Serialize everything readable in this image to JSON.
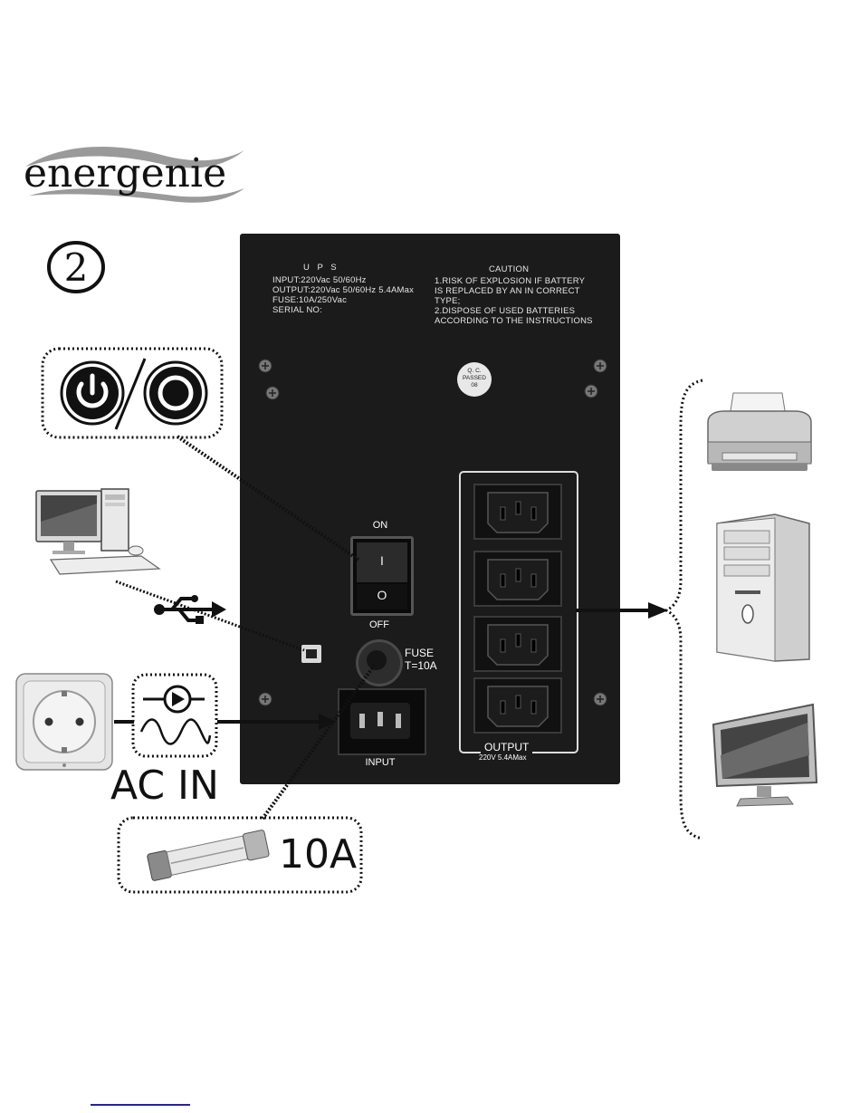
{
  "brand": "energenie",
  "step_number": "2",
  "panel": {
    "label_left": {
      "title": "U P S",
      "input": "INPUT:220Vac 50/60Hz",
      "output": "OUTPUT:220Vac 50/60Hz 5.4AMax",
      "fuse": "FUSE:10A/250Vac",
      "serial": "SERIAL NO:"
    },
    "caution": {
      "title": "CAUTION",
      "line1": "1.RISK OF EXPLOSION IF BATTERY",
      "line2": "IS REPLACED BY AN IN CORRECT",
      "line3": "TYPE;",
      "line4": "2.DISPOSE  OF  USED BATTERIES",
      "line5": "ACCORDING TO THE INSTRUCTIONS"
    },
    "qc": {
      "line1": "Q. C.",
      "line2": "PASSED",
      "line3": "08"
    },
    "switch": {
      "on": "ON",
      "off": "OFF",
      "on_symbol": "I",
      "off_symbol": "O"
    },
    "fuse_label": {
      "line1": "FUSE",
      "line2": "T=10A"
    },
    "input_label": "INPUT",
    "output_label": "OUTPUT",
    "output_rating": "220V 5.4AMax"
  },
  "ac_in_label": "AC IN",
  "fuse_rating": "10A",
  "icons": [
    "power-on-icon",
    "power-off-icon",
    "usb-icon",
    "wall-socket-icon",
    "sine-wave-icon",
    "printer-icon",
    "tower-pc-icon",
    "monitor-icon",
    "desktop-computer-icon",
    "fuse-icon"
  ],
  "colors": {
    "panel": "#1b1b1b",
    "outline": "#111111"
  }
}
